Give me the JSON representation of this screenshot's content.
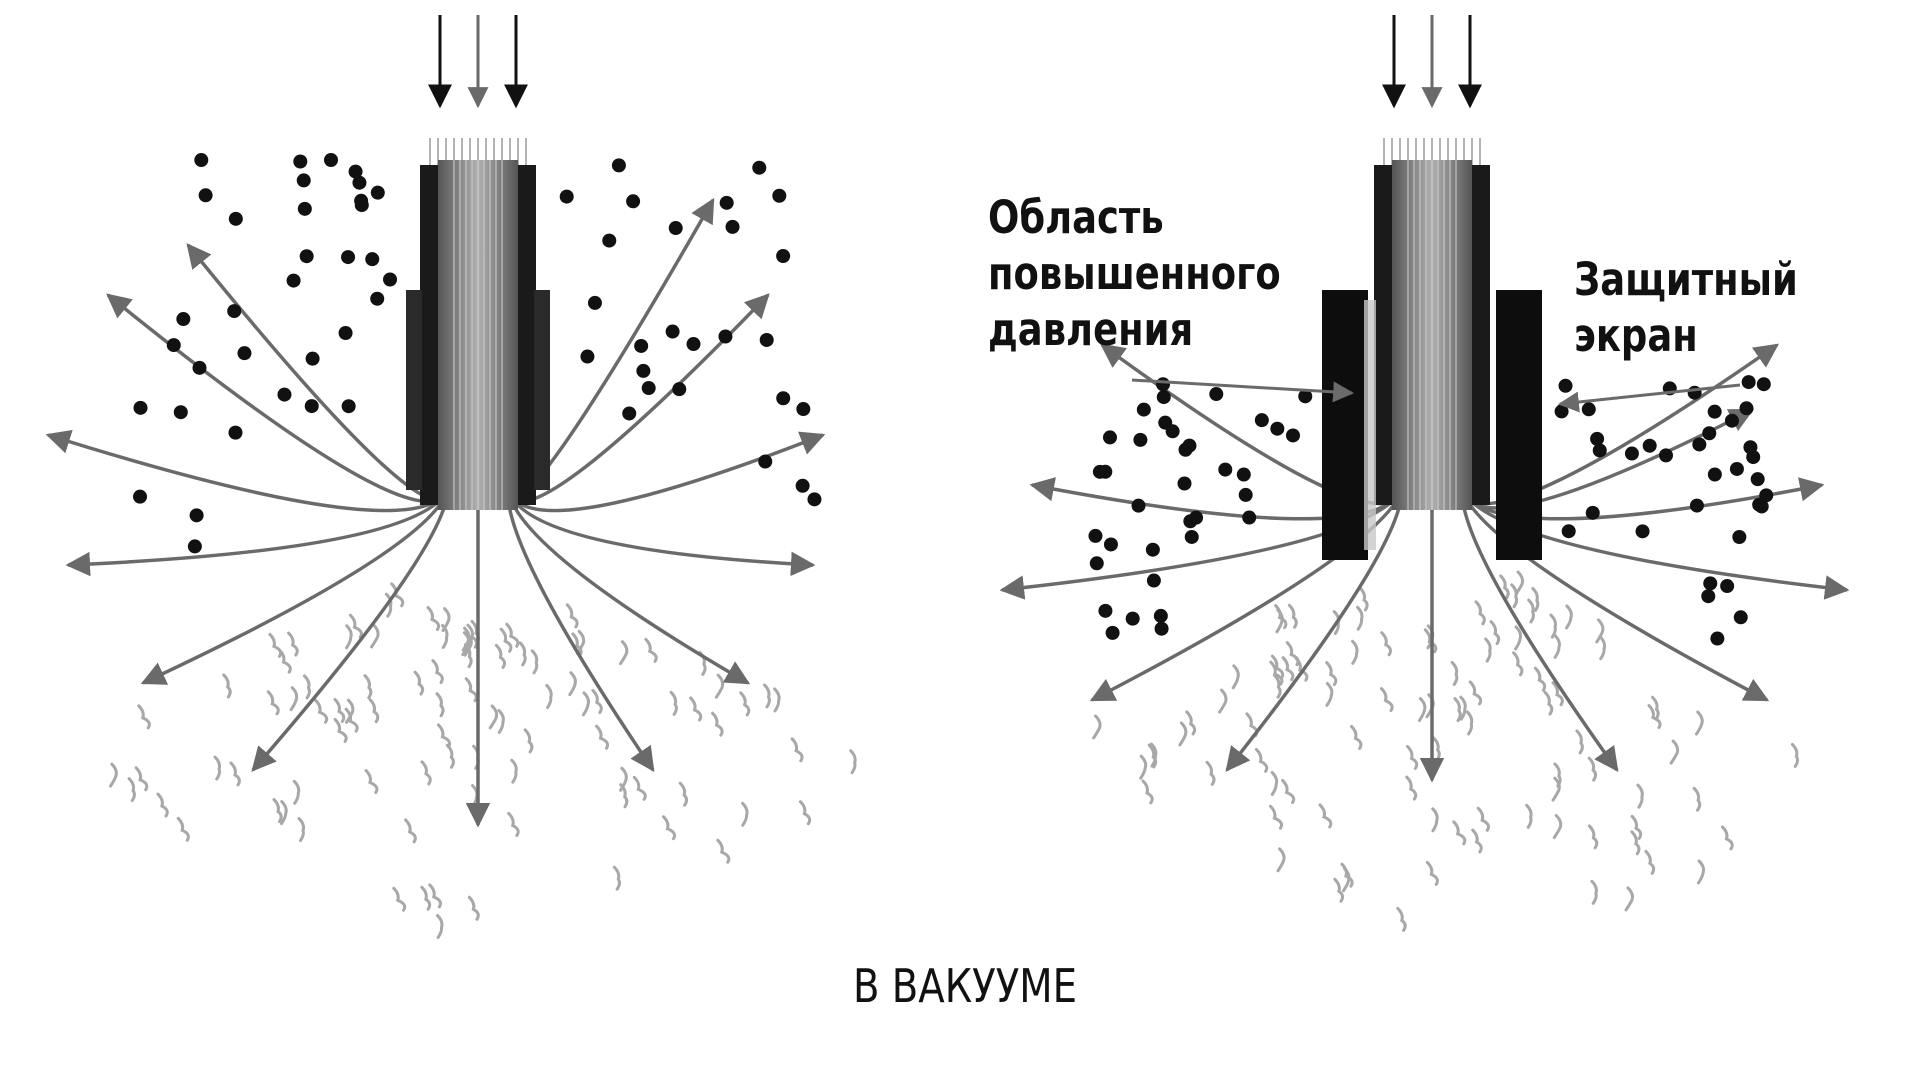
{
  "labels": {
    "high_pressure": "Область\nповышенного\nдавления",
    "shield": "Защитный\nэкран",
    "vacuum": "В ВАКУУМЕ"
  },
  "colors": {
    "background": "#ffffff",
    "nozzle_dark": "#1a1a1a",
    "nozzle_core": "#8a8a8a",
    "streamline": "#6a6a6a",
    "particle": "#111111",
    "droplet": "#a8a8a8",
    "label_text": "#111111"
  },
  "panels": [
    {
      "id": "left-nozzle",
      "has_shield": false
    },
    {
      "id": "right-nozzle",
      "has_shield": true
    }
  ]
}
